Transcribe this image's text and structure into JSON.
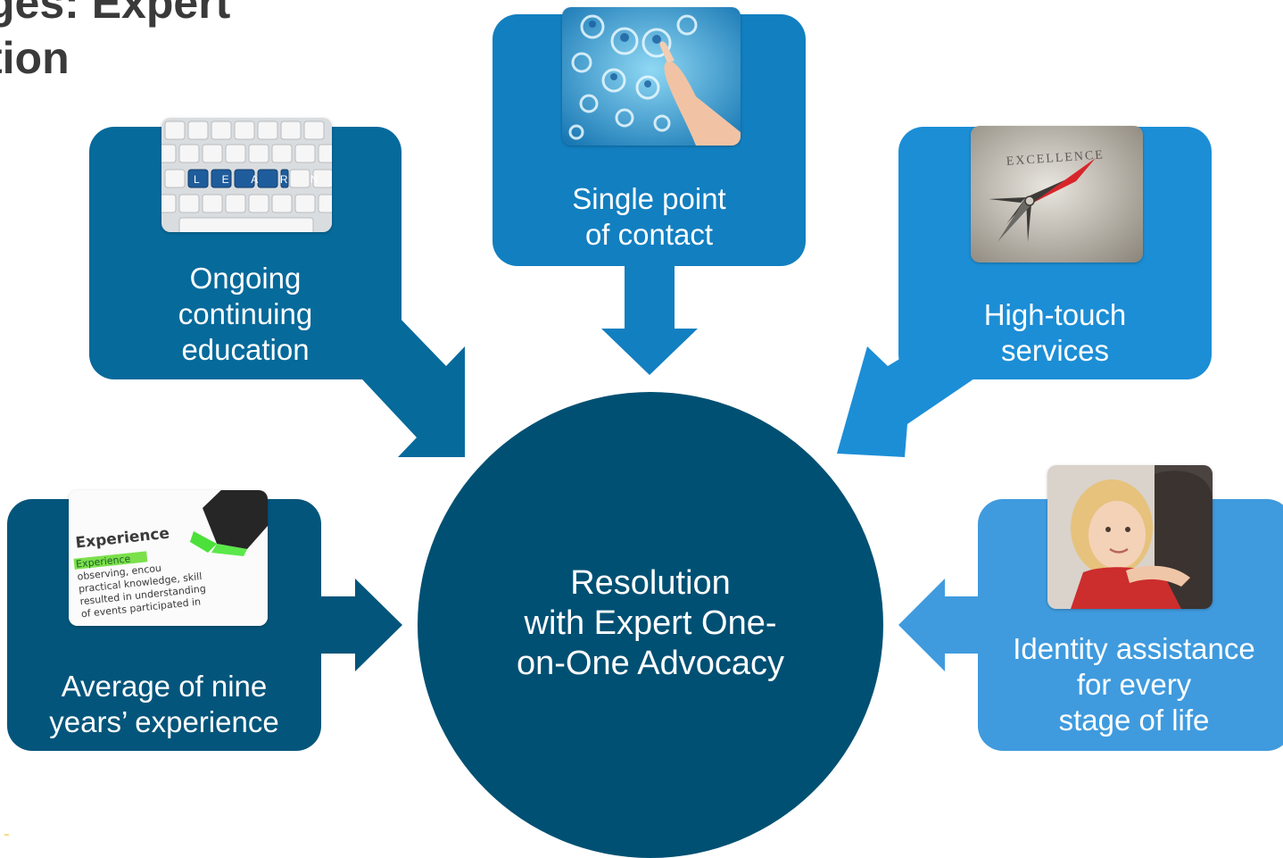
{
  "slide": {
    "title": "ges: Expert\ntion"
  },
  "center": {
    "label": "Resolution\nwith Expert One-\non-One Advocacy",
    "color": "#005073"
  },
  "nodes": {
    "education": {
      "label": "Ongoing\ncontinuing\neducation",
      "color": "#066a9b",
      "image_text": "L E A R N"
    },
    "contact": {
      "label": "Single point\nof contact",
      "color": "#127fc0"
    },
    "high_touch": {
      "label": "High-touch\nservices",
      "color": "#1c8ed6",
      "image_text": "EXCELLENCE"
    },
    "experience": {
      "label": "Average of nine\nyears’ experience",
      "color": "#03557b",
      "image_heading": "Experience",
      "image_lines": [
        "Experience",
        "observing, encou",
        "practical knowledge, skill",
        "resulted in understanding",
        "of events participated in"
      ]
    },
    "identity": {
      "label": "Identity assistance\nfor every\nstage of life",
      "color": "#3f9bde"
    }
  },
  "footer": {
    "mark": "™"
  }
}
